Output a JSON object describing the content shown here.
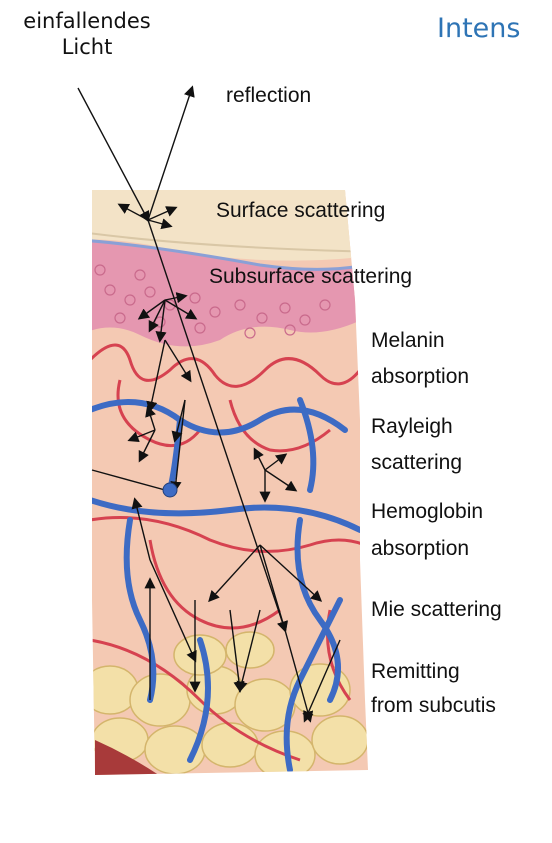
{
  "title": "Intens",
  "incident_light": {
    "line1": "einfallendes",
    "line2": "Licht"
  },
  "labels": {
    "reflection": "reflection",
    "surface_scattering": "Surface scattering",
    "subsurface_scattering": "Subsurface scattering",
    "melanin_1": "Melanin",
    "melanin_2": "absorption",
    "rayleigh_1": "Rayleigh",
    "rayleigh_2": "scattering",
    "hemoglobin_1": "Hemoglobin",
    "hemoglobin_2": "absorption",
    "mie": "Mie scattering",
    "remitting_1": "Remitting",
    "remitting_2": "from subcutis"
  },
  "colors": {
    "title": "#2e74b5",
    "dermis": "#f4c9b3",
    "epidermis": "#e597b0",
    "stratum_corneum": "#f3e3c7",
    "vein": "#3d6bc4",
    "artery": "#d64250",
    "fat": "#f3e0a8"
  }
}
